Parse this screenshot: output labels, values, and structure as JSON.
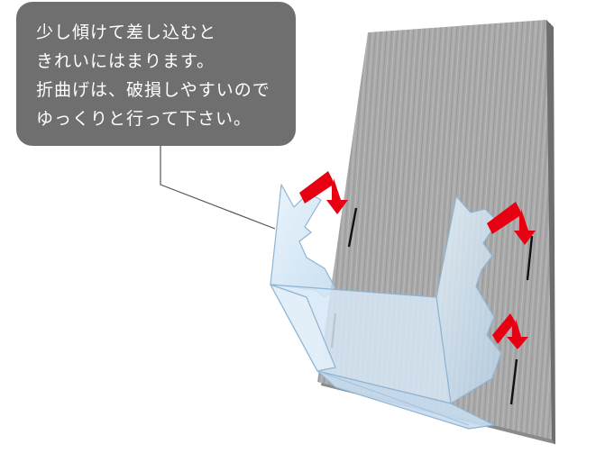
{
  "callout": {
    "lines": [
      "少し傾けて差し込むと",
      "きれいにはまります。",
      "折曲げは、破損しやすいので",
      "ゆっくりと行って下さい。"
    ]
  },
  "colors": {
    "callout_bg": "#6f6f6f",
    "callout_text": "#ffffff",
    "board": "#a6a6a6",
    "arrow": "#e60012",
    "holder": "#cfe3f3",
    "slot": "#111111"
  },
  "icons": [
    "insert-arrow-icon",
    "insert-arrow-icon",
    "insert-arrow-icon"
  ]
}
